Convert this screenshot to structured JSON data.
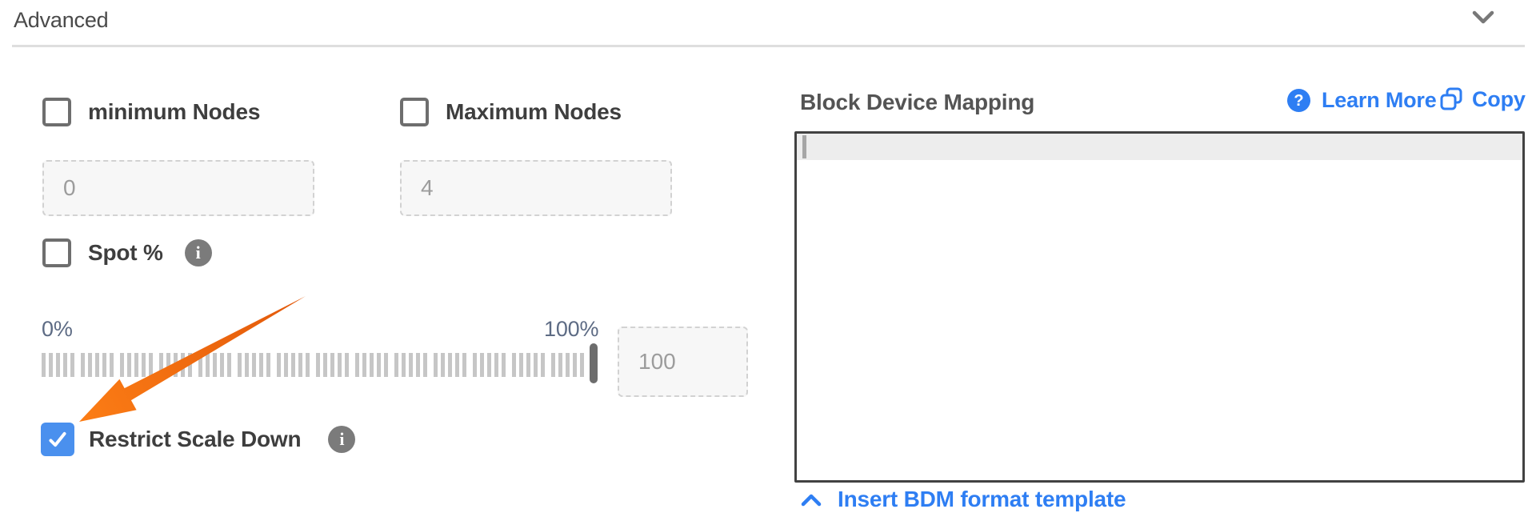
{
  "header": {
    "title": "Advanced"
  },
  "form": {
    "min_nodes": {
      "label": "minimum Nodes",
      "value": "0",
      "checked": false
    },
    "max_nodes": {
      "label": "Maximum Nodes",
      "value": "4",
      "checked": false
    },
    "spot": {
      "label": "Spot %",
      "min_label": "0%",
      "max_label": "100%",
      "value": "100",
      "checked": false
    },
    "restrict_scale_down": {
      "label": "Restrict Scale Down",
      "checked": true
    }
  },
  "bdm": {
    "title": "Block Device Mapping",
    "learn_more_label": "Learn More",
    "copy_label": "Copy",
    "editor_value": "",
    "insert_template_label": "Insert BDM format template"
  },
  "icons": {
    "header_collapse": "chevron-down-icon",
    "spot_info": "info-icon",
    "restrict_info": "info-icon",
    "learn_more": "question-circle-icon",
    "copy": "copy-icon",
    "insert_template": "chevron-up-icon"
  },
  "colors": {
    "accent_blue": "#2e7ef3",
    "checkbox_checked_blue": "#4a90ee",
    "arrow_orange_start": "#e2580a",
    "arrow_orange_end": "#fc7d15",
    "editor_border": "#424242",
    "active_line_gray": "#ededed",
    "tick_gray": "#c6c6c6",
    "divider_gray": "#dedede"
  }
}
